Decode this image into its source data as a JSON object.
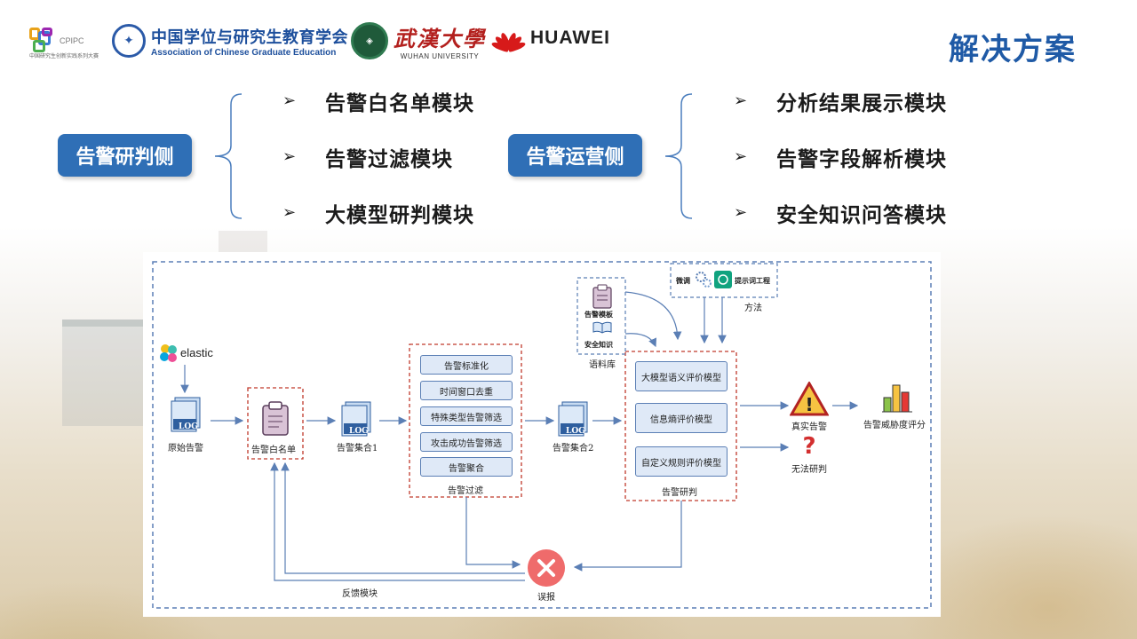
{
  "header": {
    "logos": {
      "cpipc": {
        "name": "CPIPC",
        "sub": "中国研究生创新实践系列大赛"
      },
      "acge": {
        "cn": "中国学位与研究生教育学会",
        "en": "Association of Chinese Graduate Education"
      },
      "whu": {
        "cn": "武漢大學",
        "en": "WUHAN UNIVERSITY"
      },
      "huawei": {
        "name": "HUAWEI"
      }
    },
    "title": "解决方案"
  },
  "left_group": {
    "label": "告警研判侧",
    "modules": [
      "告警白名单模块",
      "告警过滤模块",
      "大模型研判模块"
    ]
  },
  "right_group": {
    "label": "告警运营侧",
    "modules": [
      "分析结果展示模块",
      "告警字段解析模块",
      "安全知识问答模块"
    ]
  },
  "bullet": "➢",
  "diagram": {
    "elastic": "elastic",
    "raw_alerts": "原始告警",
    "whitelist": "告警白名单",
    "set1": "告警集合1",
    "filter_steps": [
      "告警标准化",
      "时间窗口去重",
      "特殊类型告警筛选",
      "攻击成功告警筛选",
      "告警聚合"
    ],
    "filter_title": "告警过滤",
    "set2": "告警集合2",
    "corpus": {
      "template": "告警模板",
      "knowledge": "安全知识",
      "title": "语料库"
    },
    "method": {
      "finetune": "微调",
      "prompt": "提示词工程",
      "title": "方法"
    },
    "judge_models": [
      "大模型语义评价模型",
      "信息熵评价模型",
      "自定义规则评价模型"
    ],
    "judge_title": "告警研判",
    "real_alert": "真实告警",
    "unjudgeable": "无法研判",
    "threat_score": "告警威胁度评分",
    "false_positive": "误报",
    "feedback": "反馈模块",
    "log": "LOG"
  },
  "colors": {
    "accent_blue": "#2f6fb6",
    "title_blue": "#1f5aa6",
    "dash_blue": "#5b7fb5",
    "dash_red": "#c0392b"
  }
}
